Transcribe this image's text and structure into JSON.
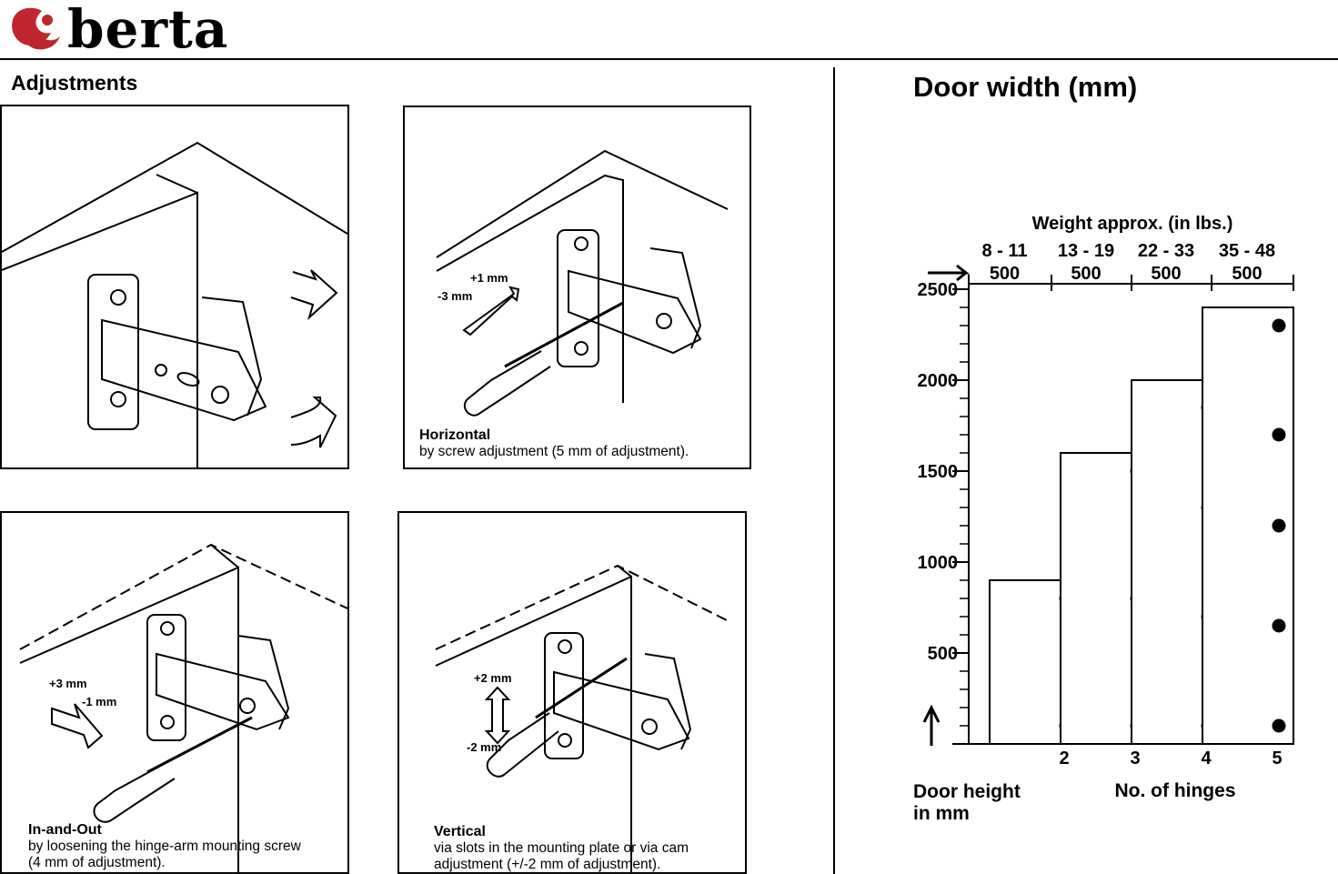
{
  "brand": {
    "name": "berta"
  },
  "header": {
    "section_title": "Adjustments"
  },
  "panels": [
    {
      "id": "depth",
      "title": "",
      "description": ""
    },
    {
      "id": "horizontal",
      "title": "Horizontal",
      "description": "by screw adjustment (5 mm of adjustment).",
      "plus_label": "+1 mm",
      "minus_label": "-3 mm"
    },
    {
      "id": "in-out",
      "title": "In-and-Out",
      "description_line1": "by loosening the hinge-arm mounting screw",
      "description_line2": "(4 mm of adjustment).",
      "plus_label": "+3 mm",
      "minus_label": "-1 mm"
    },
    {
      "id": "vertical",
      "title": "Vertical",
      "description_line1": "via slots in the mounting plate or via cam",
      "description_line2": "adjustment (+/-2 mm of adjustment).",
      "plus_label": "+2 mm",
      "minus_label": "-2 mm"
    }
  ],
  "chart_title": "Door width (mm)",
  "chart_data": {
    "type": "bar",
    "title": "Door width (mm)",
    "xlabel": "No. of hinges",
    "ylabel": "Door height in mm",
    "ylabel_line1": "Door height",
    "ylabel_line2": "in mm",
    "weight_header": "Weight approx. (in lbs.)",
    "weights": [
      "8 - 11",
      "13 - 19",
      "22 - 33",
      "35 - 48"
    ],
    "widths": [
      "500",
      "500",
      "500",
      "500"
    ],
    "categories": [
      "2",
      "3",
      "4",
      "5"
    ],
    "values": [
      900,
      1600,
      2000,
      2400
    ],
    "ylim": [
      0,
      2500
    ],
    "yticks": [
      "500",
      "1000",
      "1500",
      "2000",
      "2500"
    ],
    "ytick_values": [
      500,
      1000,
      1500,
      2000,
      2500
    ],
    "dots": [
      [
        100,
        800
      ],
      [
        100,
        800,
        1500
      ],
      [
        100,
        700,
        1300,
        1850
      ],
      [
        100,
        650,
        1200,
        1700,
        2300
      ]
    ]
  }
}
